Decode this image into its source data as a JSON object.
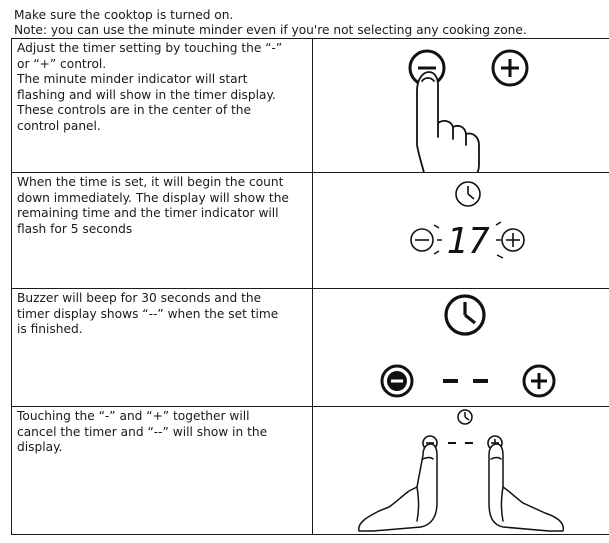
{
  "intro": {
    "line1": "Make sure the cooktop is turned on.",
    "line2": "Note: you can use the minute minder even if you're not selecting any cooking zone."
  },
  "steps": [
    {
      "lines": [
        "Adjust the timer setting by touching the “-”",
        "or “+” control.",
        "The minute minder indicator will start",
        "flashing and will show in the timer display.",
        "These controls are in the center of the",
        "control panel."
      ],
      "illustration": "minus-plus-buttons-with-hand-pressing-minus"
    },
    {
      "lines": [
        "When the time is set, it will begin the count",
        "down immediately. The display will show the",
        "remaining time and the timer indicator will",
        "flash for 5 seconds"
      ],
      "illustration": "flashing-timer-display",
      "display_value": "17"
    },
    {
      "lines": [
        "Buzzer will beep for 30 seconds and the",
        "timer display shows “--” when the set time",
        "is finished."
      ],
      "illustration": "timer-finished-display"
    },
    {
      "lines": [
        "Touching the “-” and “+” together will",
        "cancel the timer and “--” will show in the",
        "display."
      ],
      "illustration": "two-hands-pressing-minus-and-plus"
    }
  ]
}
